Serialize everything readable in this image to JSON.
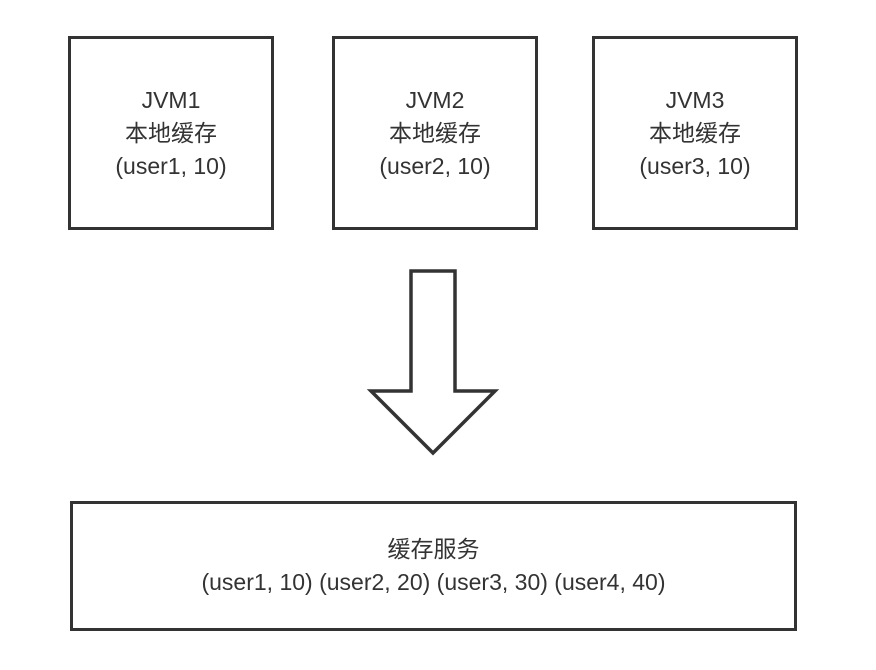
{
  "diagram": {
    "jvm_boxes": [
      {
        "title": "JVM1",
        "subtitle": "本地缓存",
        "entry": "(user1, 10)"
      },
      {
        "title": "JVM2",
        "subtitle": "本地缓存",
        "entry": "(user2, 10)"
      },
      {
        "title": "JVM3",
        "subtitle": "本地缓存",
        "entry": "(user3, 10)"
      }
    ],
    "arrow": {
      "direction": "down"
    },
    "service_box": {
      "title": "缓存服务",
      "entries": "(user1, 10) (user2, 20) (user3, 30) (user4, 40)"
    },
    "colors": {
      "border": "#333333",
      "text": "#333333",
      "background": "#ffffff"
    }
  }
}
